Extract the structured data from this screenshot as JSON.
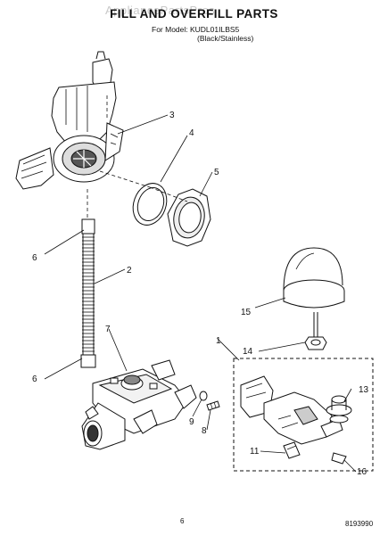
{
  "header": {
    "watermark": "AppliancePartsPros",
    "title": "FILL AND OVERFILL PARTS",
    "model_line": "For Model: KUDL01ILBS5",
    "variant": "(Black/Stainless)"
  },
  "callouts": [
    "1",
    "2",
    "3",
    "4",
    "5",
    "6",
    "6",
    "7",
    "8",
    "9",
    "11",
    "13",
    "14",
    "15",
    "16"
  ],
  "footer": {
    "page_number": "6",
    "document_number": "8193990"
  }
}
